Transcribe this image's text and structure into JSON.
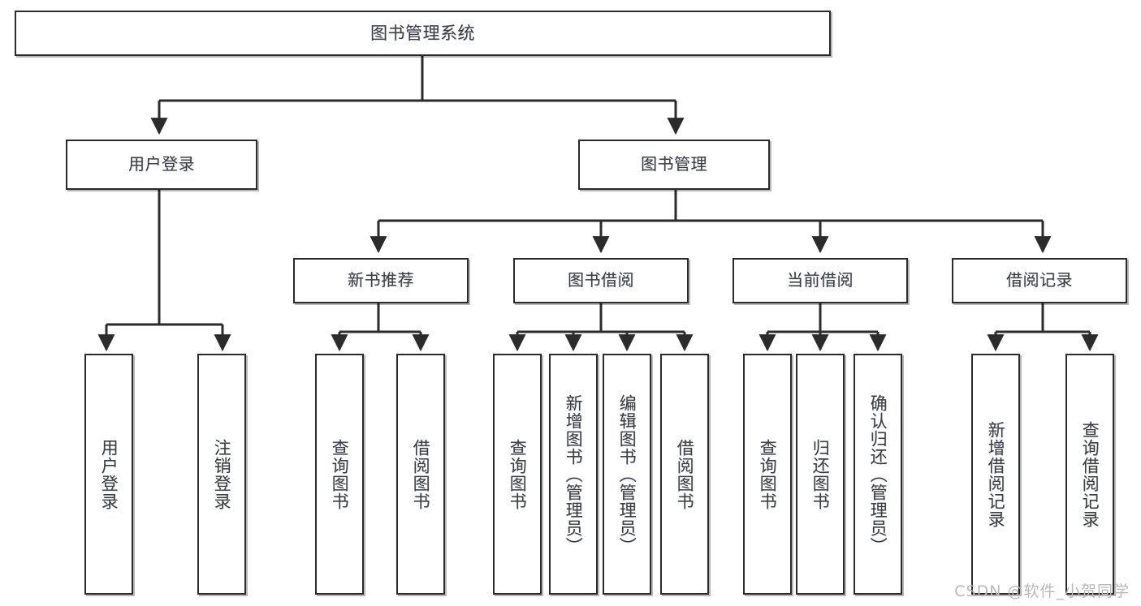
{
  "diagram": {
    "type": "tree",
    "title": "图书管理系统",
    "watermark": "CSDN @软件_小贺同学",
    "colors": {
      "background": "#ffffff",
      "border": "#2b2b2b",
      "text": "#3d3d3d",
      "edge": "#2b2b2b",
      "watermark": "#b9b9b9"
    },
    "nodes": {
      "root": {
        "label": "图书管理系统"
      },
      "level2": [
        {
          "label": "用户登录"
        },
        {
          "label": "图书管理"
        }
      ],
      "level3": [
        {
          "label": "新书推荐"
        },
        {
          "label": "图书借阅"
        },
        {
          "label": "当前借阅"
        },
        {
          "label": "借阅记录"
        }
      ],
      "leaves": {
        "user_login": [
          {
            "label": "用户登录"
          },
          {
            "label": "注销登录"
          }
        ],
        "new_book": [
          {
            "label": "查询图书"
          },
          {
            "label": "借阅图书"
          }
        ],
        "borrow_book": [
          {
            "label": "查询图书"
          },
          {
            "label": "新增图书（管理员）"
          },
          {
            "label": "编辑图书（管理员）"
          },
          {
            "label": "借阅图书"
          }
        ],
        "current_borrow": [
          {
            "label": "查询图书"
          },
          {
            "label": "归还图书"
          },
          {
            "label": "确认归还（管理员）"
          }
        ],
        "borrow_record": [
          {
            "label": "新增借阅记录"
          },
          {
            "label": "查询借阅记录"
          }
        ]
      }
    }
  }
}
